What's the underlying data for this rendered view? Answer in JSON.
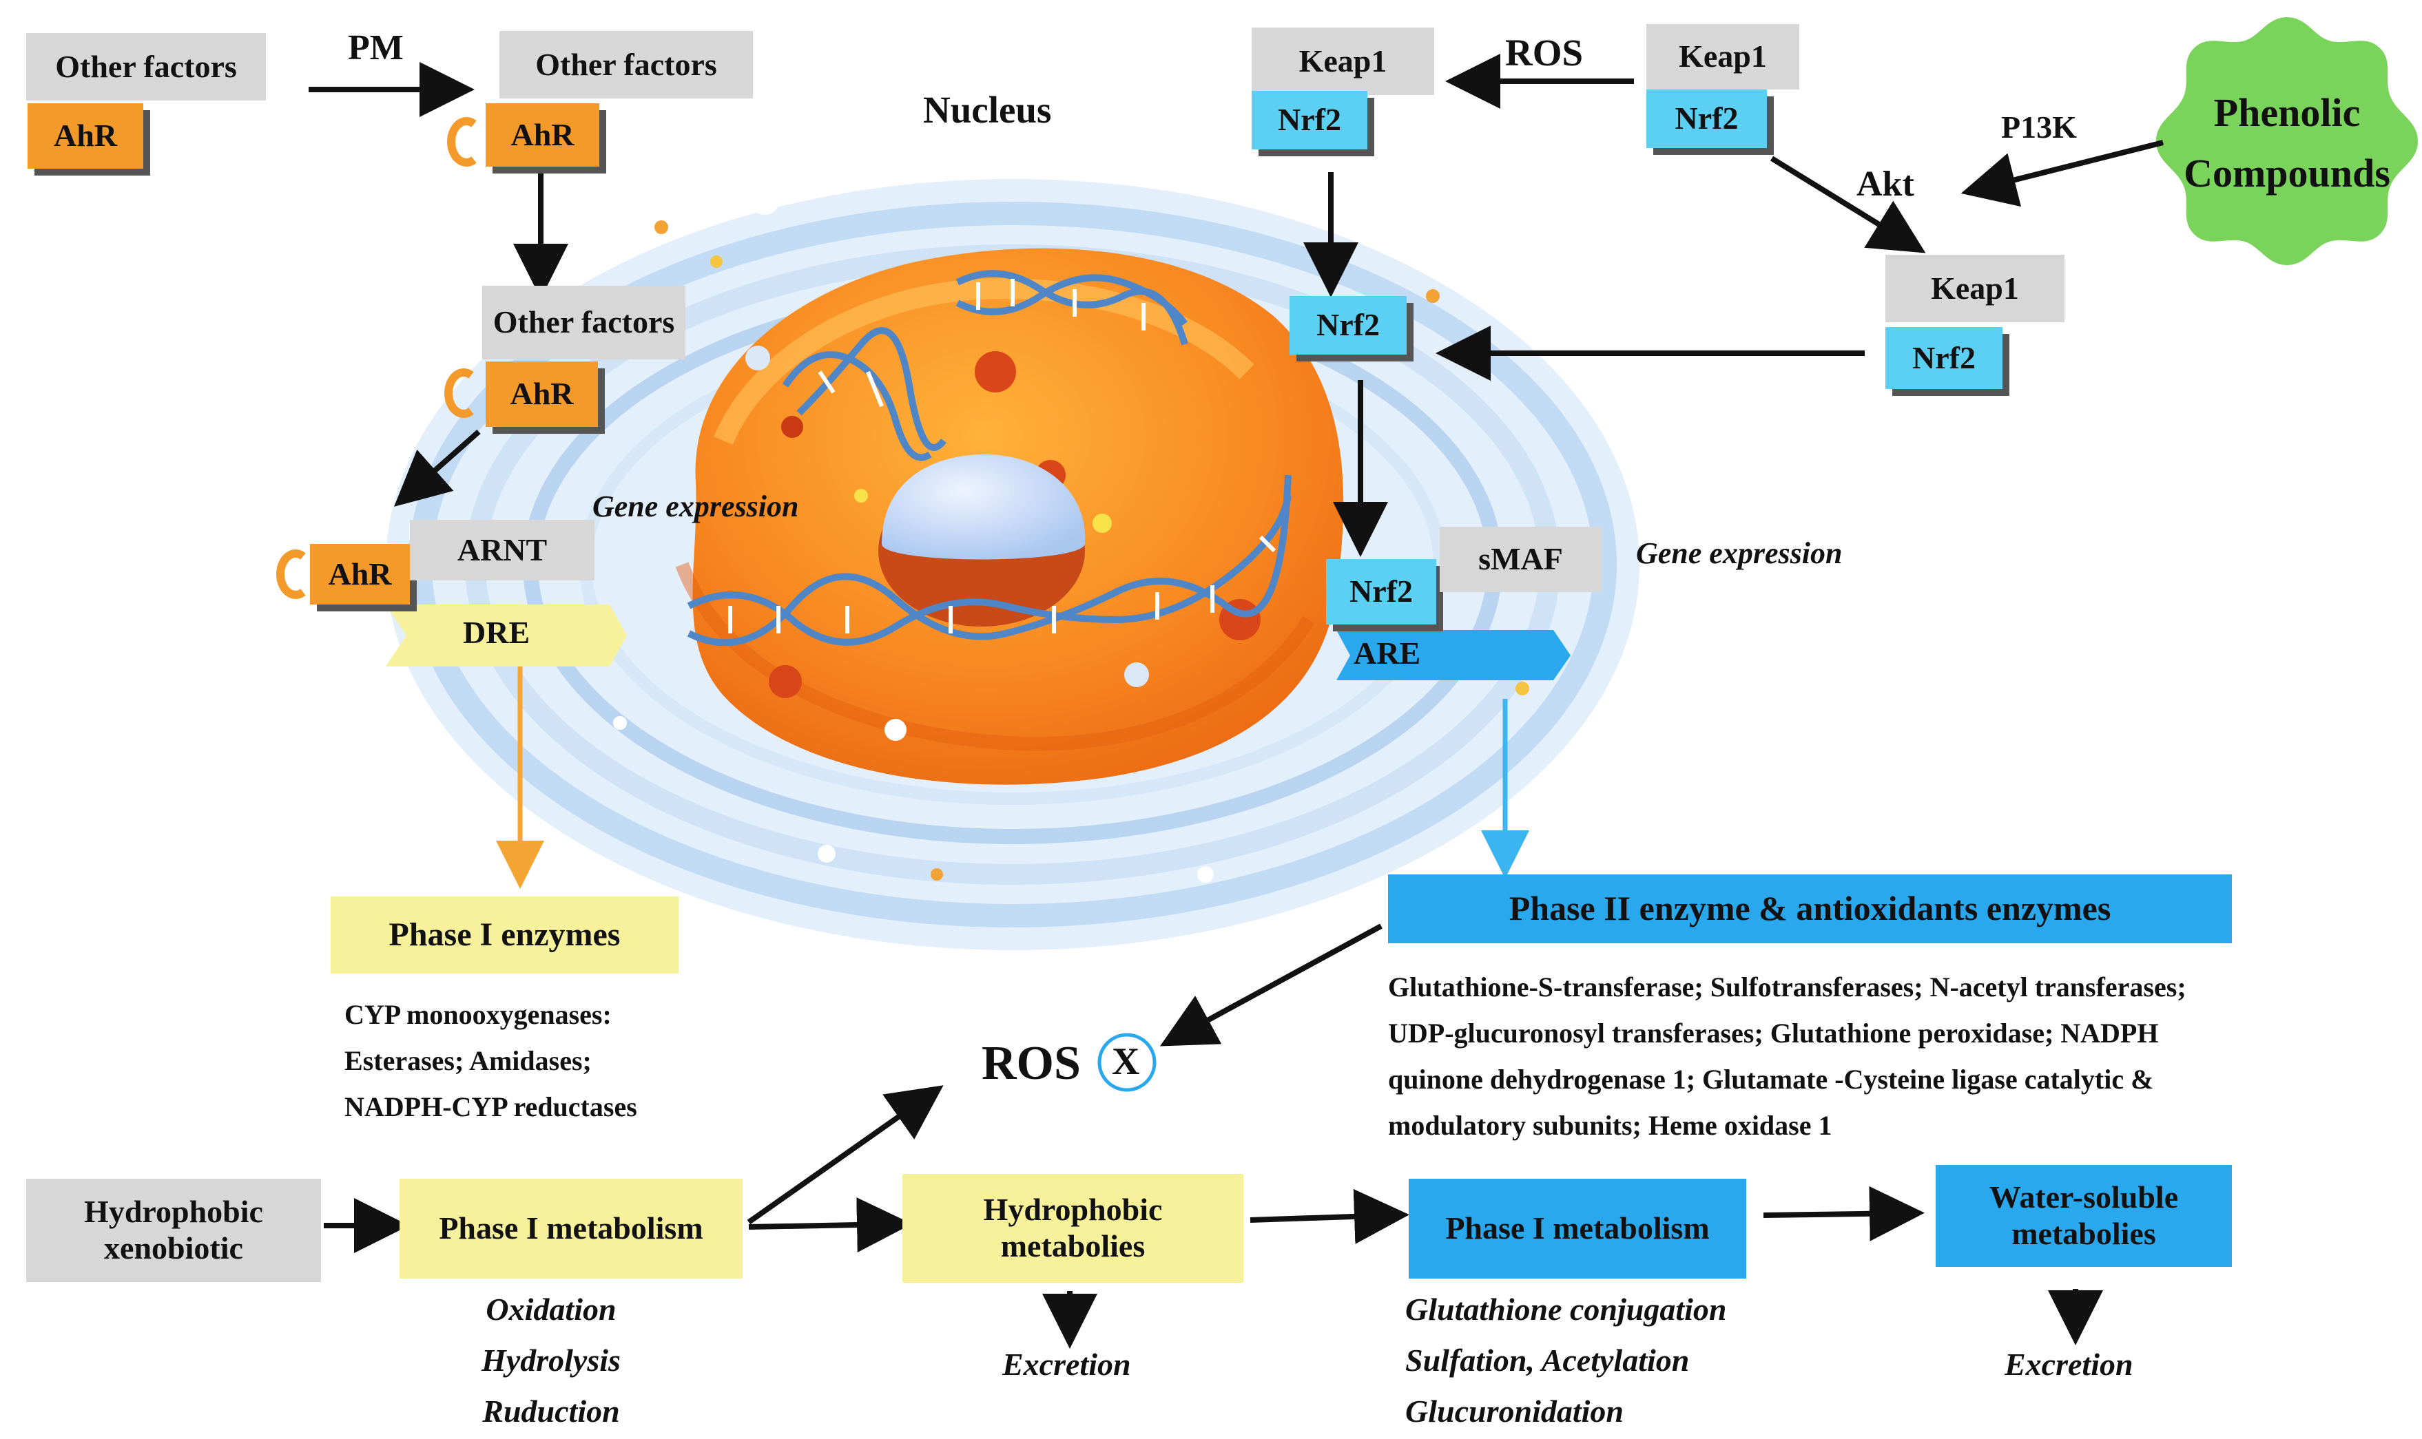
{
  "colors": {
    "orange": "#f39a2a",
    "cyan": "#5bd0f2",
    "blue": "#29a8ee",
    "yellow": "#f6f19a",
    "grey": "#d7d7d7",
    "green": "#7ad35a"
  },
  "ahr_path": {
    "other_factors": "Other factors",
    "ahr": "AhR",
    "pm": "PM",
    "arnt": "ARNT",
    "dre": "DRE"
  },
  "nrf2_path": {
    "keap1": "Keap1",
    "nrf2": "Nrf2",
    "ros": "ROS",
    "p13k": "P13K",
    "akt": "Akt",
    "smaf": "sMAF",
    "are": "ARE",
    "phenolic_line1": "Phenolic",
    "phenolic_line2": "Compounds"
  },
  "nucleus": {
    "title": "Nucleus",
    "gene_expression_left": "Gene expression",
    "gene_expression_right": "Gene expression"
  },
  "phase1": {
    "title": "Phase I enzymes",
    "items": [
      "CYP monooxygenases:",
      "Esterases; Amidases;",
      "NADPH-CYP reductases"
    ]
  },
  "phase2": {
    "title": "Phase II enzyme & antioxidants enzymes",
    "lines": [
      "Glutathione-S-transferase; Sulfotransferases; N-acetyl transferases;",
      "UDP-glucuronosyl transferases; Glutathione peroxidase; NADPH",
      "quinone dehydrogenase 1; Glutamate -Cysteine ligase catalytic &",
      "modulatory subunits; Heme oxidase 1"
    ]
  },
  "ros_center": {
    "label": "ROS",
    "mark": "X"
  },
  "flow": {
    "xenobiotic_l1": "Hydrophobic",
    "xenobiotic_l2": "xenobiotic",
    "phase1_metabolism": "Phase I metabolism",
    "phase1_steps": [
      "Oxidation",
      "Hydrolysis",
      "Ruduction"
    ],
    "hydrophobic_l1": "Hydrophobic",
    "hydrophobic_l2": "metabolies",
    "excretion": "Excretion",
    "phase1b_metabolism": "Phase I metabolism",
    "phase2_steps": [
      "Glutathione conjugation",
      "Sulfation, Acetylation",
      "Glucuronidation"
    ],
    "water_l1": "Water-soluble",
    "water_l2": "metabolies"
  }
}
